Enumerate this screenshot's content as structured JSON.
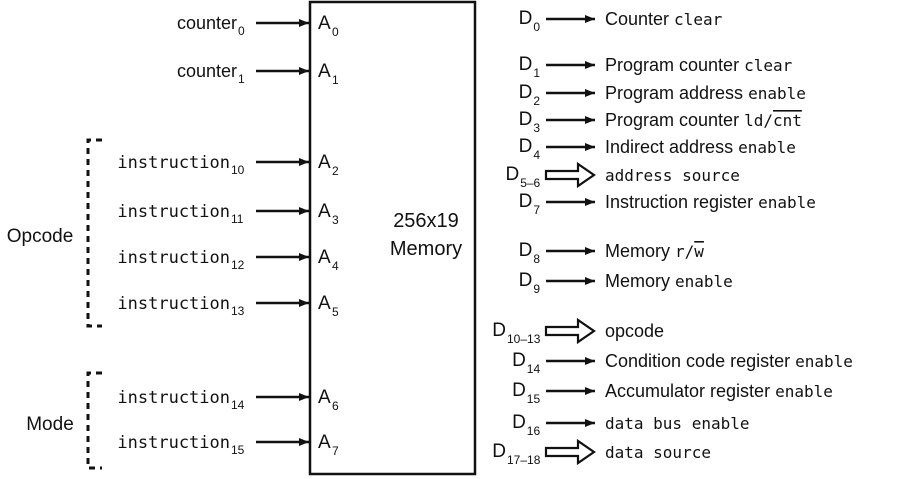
{
  "memory": {
    "line1": "256x19",
    "line2": "Memory"
  },
  "groups": {
    "opcode": "Opcode",
    "mode": "Mode"
  },
  "inputs": [
    {
      "sig_base": "counter",
      "sig_sub": "0",
      "pin_base": "A",
      "pin_sub": "0"
    },
    {
      "sig_base": "counter",
      "sig_sub": "1",
      "pin_base": "A",
      "pin_sub": "1"
    },
    {
      "sig_base": "instruction",
      "sig_sub": "10",
      "pin_base": "A",
      "pin_sub": "2"
    },
    {
      "sig_base": "instruction",
      "sig_sub": "11",
      "pin_base": "A",
      "pin_sub": "3"
    },
    {
      "sig_base": "instruction",
      "sig_sub": "12",
      "pin_base": "A",
      "pin_sub": "4"
    },
    {
      "sig_base": "instruction",
      "sig_sub": "13",
      "pin_base": "A",
      "pin_sub": "5"
    },
    {
      "sig_base": "instruction",
      "sig_sub": "14",
      "pin_base": "A",
      "pin_sub": "6"
    },
    {
      "sig_base": "instruction",
      "sig_sub": "15",
      "pin_base": "A",
      "pin_sub": "7"
    }
  ],
  "outputs": [
    {
      "pin_base": "D",
      "pin_sub": "0",
      "arrow": "single",
      "text_a": "Counter ",
      "text_b": "clear",
      "text_c": ""
    },
    {
      "pin_base": "D",
      "pin_sub": "1",
      "arrow": "single",
      "text_a": "Program counter ",
      "text_b": "clear",
      "text_c": ""
    },
    {
      "pin_base": "D",
      "pin_sub": "2",
      "arrow": "single",
      "text_a": "Program address ",
      "text_b": "enable",
      "text_c": ""
    },
    {
      "pin_base": "D",
      "pin_sub": "3",
      "arrow": "single",
      "text_a": "Program counter ",
      "text_b": "ld/",
      "text_c": "cnt"
    },
    {
      "pin_base": "D",
      "pin_sub": "4",
      "arrow": "single",
      "text_a": "Indirect address ",
      "text_b": "enable",
      "text_c": ""
    },
    {
      "pin_base": "D",
      "pin_sub": "5–6",
      "arrow": "bus",
      "text_a": "",
      "text_b": "address source",
      "text_c": ""
    },
    {
      "pin_base": "D",
      "pin_sub": "7",
      "arrow": "single",
      "text_a": "Instruction register ",
      "text_b": "enable",
      "text_c": ""
    },
    {
      "pin_base": "D",
      "pin_sub": "8",
      "arrow": "single",
      "text_a": "Memory ",
      "text_b": "r/",
      "text_c": "w"
    },
    {
      "pin_base": "D",
      "pin_sub": "9",
      "arrow": "single",
      "text_a": "Memory ",
      "text_b": "enable",
      "text_c": ""
    },
    {
      "pin_base": "D",
      "pin_sub": "10–13",
      "arrow": "bus",
      "text_a": "opcode",
      "text_b": "",
      "text_c": ""
    },
    {
      "pin_base": "D",
      "pin_sub": "14",
      "arrow": "single",
      "text_a": "Condition code register ",
      "text_b": "enable",
      "text_c": ""
    },
    {
      "pin_base": "D",
      "pin_sub": "15",
      "arrow": "single",
      "text_a": "Accumulator register ",
      "text_b": "enable",
      "text_c": ""
    },
    {
      "pin_base": "D",
      "pin_sub": "16",
      "arrow": "single",
      "text_a": "",
      "text_b": "data bus enable",
      "text_c": ""
    },
    {
      "pin_base": "D",
      "pin_sub": "17–18",
      "arrow": "bus",
      "text_a": "",
      "text_b": "data source",
      "text_c": ""
    }
  ]
}
